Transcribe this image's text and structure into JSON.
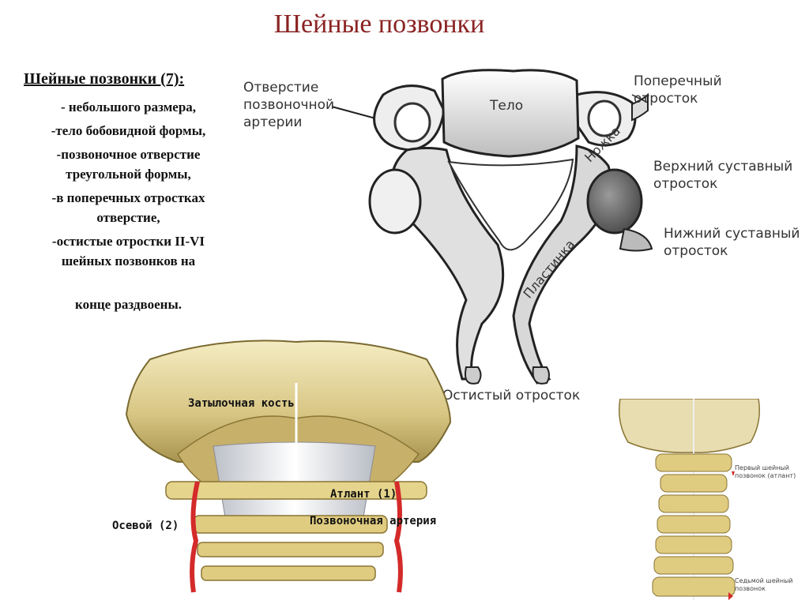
{
  "title": "Шейные позвонки",
  "text": {
    "heading": "Шейные позвонки (7):",
    "line1": "-  небольшого размера,",
    "line2": "-тело бобовидной формы,",
    "line3a": "-позвоночное отверстие",
    "line3b": "треугольной формы,",
    "line4a": "-в поперечных отростках",
    "line4b": "отверстие,",
    "line5a": "-остистые отростки II-VI",
    "line5b": "шейных позвонков на",
    "line5c": "конце раздвоены."
  },
  "vertebra": {
    "label_foramen_artery": "Отверстие\nпозвоночной\nартерии",
    "label_body": "Тело",
    "label_transverse": "Поперечный\nотросток",
    "label_pedicle": "Ножка",
    "label_superior_articular": "Верхний суставный\nотросток",
    "label_inferior_articular": "Нижний суставный\nотросток",
    "label_lamina": "Пластинка",
    "label_spinous": "Остистый отросток"
  },
  "skull": {
    "label_occipital": "Затылочная кость",
    "label_atlas": "Атлант (1)",
    "label_axis": "Осевой (2)",
    "label_artery": "Позвоночная артерия"
  },
  "neck": {
    "label_first": "Первый шейный\nпозвонок (атлант)",
    "label_seventh": "Седьмой шейный\nпозвонок"
  },
  "colors": {
    "title": "#8b2323",
    "bone": "#e8ddb0",
    "bone_dark": "#c9b57a",
    "artery": "#d42a2a"
  }
}
